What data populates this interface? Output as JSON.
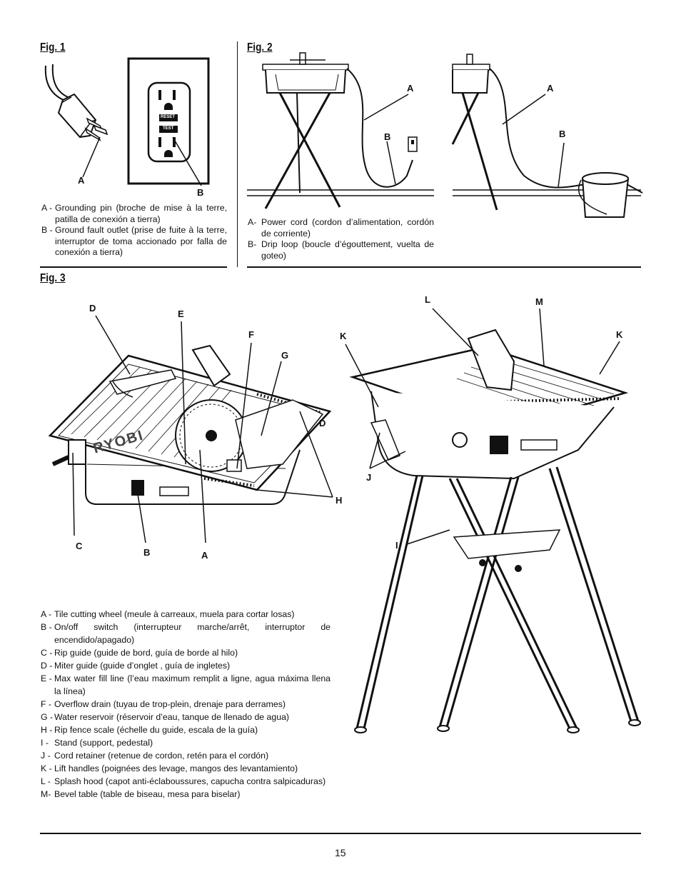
{
  "fig1": {
    "title": "Fig. 1",
    "callouts": {
      "a": "A",
      "b": "B"
    },
    "outlet_buttons": {
      "reset": "RESET",
      "test": "TEST"
    },
    "legend": [
      {
        "letter": "A -",
        "text": "Grounding pin (broche de mise à la terre, patilla de conexión a tierra)"
      },
      {
        "letter": "B -",
        "text": "Ground fault outlet (prise de fuite à la terre, interruptor de toma accionado por falla de conexión a tierra)"
      }
    ]
  },
  "fig2": {
    "title": "Fig. 2",
    "callouts": {
      "a_left": "A",
      "b_left": "B",
      "a_right": "A",
      "b_right": "B"
    },
    "legend": [
      {
        "letter": "A-",
        "text": "Power cord (cordon d’alimentation, cordón de corriente)"
      },
      {
        "letter": "B-",
        "text": "Drip loop (boucle d’égouttement, vuelta de goteo)"
      }
    ]
  },
  "fig3": {
    "title": "Fig. 3",
    "callouts": {
      "d1": "D",
      "e": "E",
      "f": "F",
      "g": "G",
      "d2": "D",
      "h": "H",
      "c": "C",
      "b": "B",
      "a": "A",
      "l": "L",
      "m": "M",
      "k1": "K",
      "k2": "K",
      "j": "J",
      "i": "I"
    },
    "brand": "RYOBI",
    "legend": [
      {
        "letter": "A -",
        "text": "Tile cutting wheel (meule à carreaux, muela para cortar losas)"
      },
      {
        "letter": "B -",
        "text": "On/off switch (interrupteur marche/arrêt, interruptor de encendido/apagado)"
      },
      {
        "letter": "C -",
        "text": "Rip guide (guide de bord, guía de borde al hilo)"
      },
      {
        "letter": "D -",
        "text": "Miter guide (guide d’onglet , guía de ingletes)"
      },
      {
        "letter": "E -",
        "text": "Max water fill line (l’eau maximum remplit a ligne, agua máxima llena la línea)"
      },
      {
        "letter": "F -",
        "text": "Overflow drain (tuyau de trop-plein, drenaje para derrames)"
      },
      {
        "letter": "G -",
        "text": "Water reservoir (réservoir d’eau, tanque de llenado de agua)"
      },
      {
        "letter": "H -",
        "text": "Rip fence scale (échelle du guide, escala de la guía)"
      },
      {
        "letter": "I  -",
        "text": "Stand (support, pedestal)"
      },
      {
        "letter": "J -",
        "text": "Cord retainer (retenue de cordon, retén para el cordón)"
      },
      {
        "letter": "K -",
        "text": "Lift handles (poignées des levage, mangos des levantamiento)"
      },
      {
        "letter": "L -",
        "text": "Splash hood (capot anti-éclaboussures, capucha contra salpicaduras)"
      },
      {
        "letter": "M-",
        "text": "Bevel table (table de biseau, mesa para biselar)"
      }
    ]
  },
  "page_number": "15"
}
